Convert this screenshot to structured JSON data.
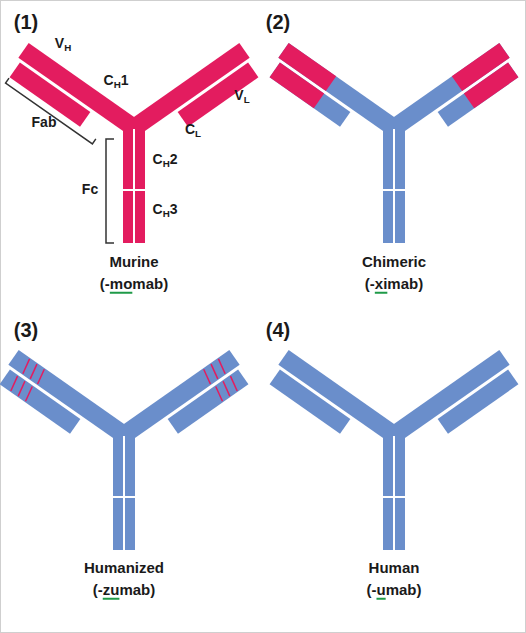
{
  "diagram": {
    "labels": [
      "(1)",
      "VH",
      "CH1",
      "VL",
      "CL",
      "Fab",
      "CH2",
      "CH3",
      "Fc",
      "Murine",
      "(-momab)",
      "(2)",
      "Chimeric",
      "(-ximab)",
      "(3)",
      "Humanized",
      "(-zumab)",
      "(4)",
      "Human",
      "(-umab)"
    ]
  }
}
